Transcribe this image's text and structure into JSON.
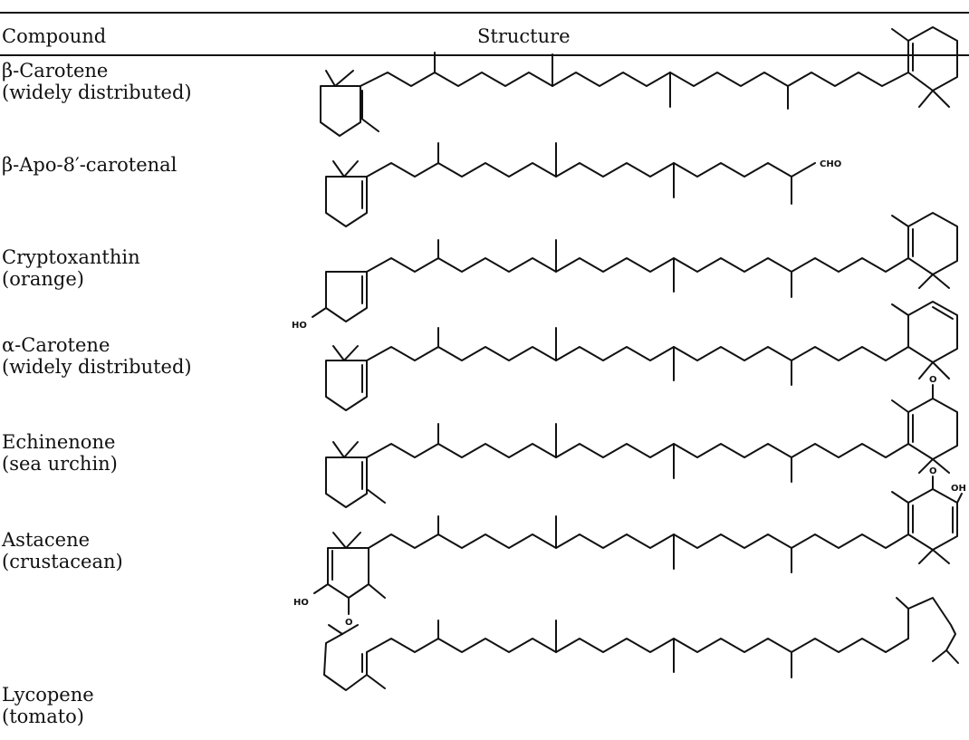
{
  "table": {
    "header": {
      "compound": "Compound",
      "structure": "Structure"
    },
    "rows": [
      {
        "name": "β-Carotene",
        "source": "(widely distributed)"
      },
      {
        "name": "β-Apo-8′-carotenal",
        "source": ""
      },
      {
        "name": "Cryptoxanthin",
        "source": "(orange)"
      },
      {
        "name": "α-Carotene",
        "source": "(widely distributed)"
      },
      {
        "name": "Echinenone",
        "source": "(sea urchin)"
      },
      {
        "name": "Astacene",
        "source": "(crustacean)"
      },
      {
        "name": "Lycopene",
        "source": "(tomato)"
      }
    ],
    "group_labels": {
      "cho": "CHO",
      "ho": "HO",
      "oh": "OH",
      "o": "O"
    }
  }
}
